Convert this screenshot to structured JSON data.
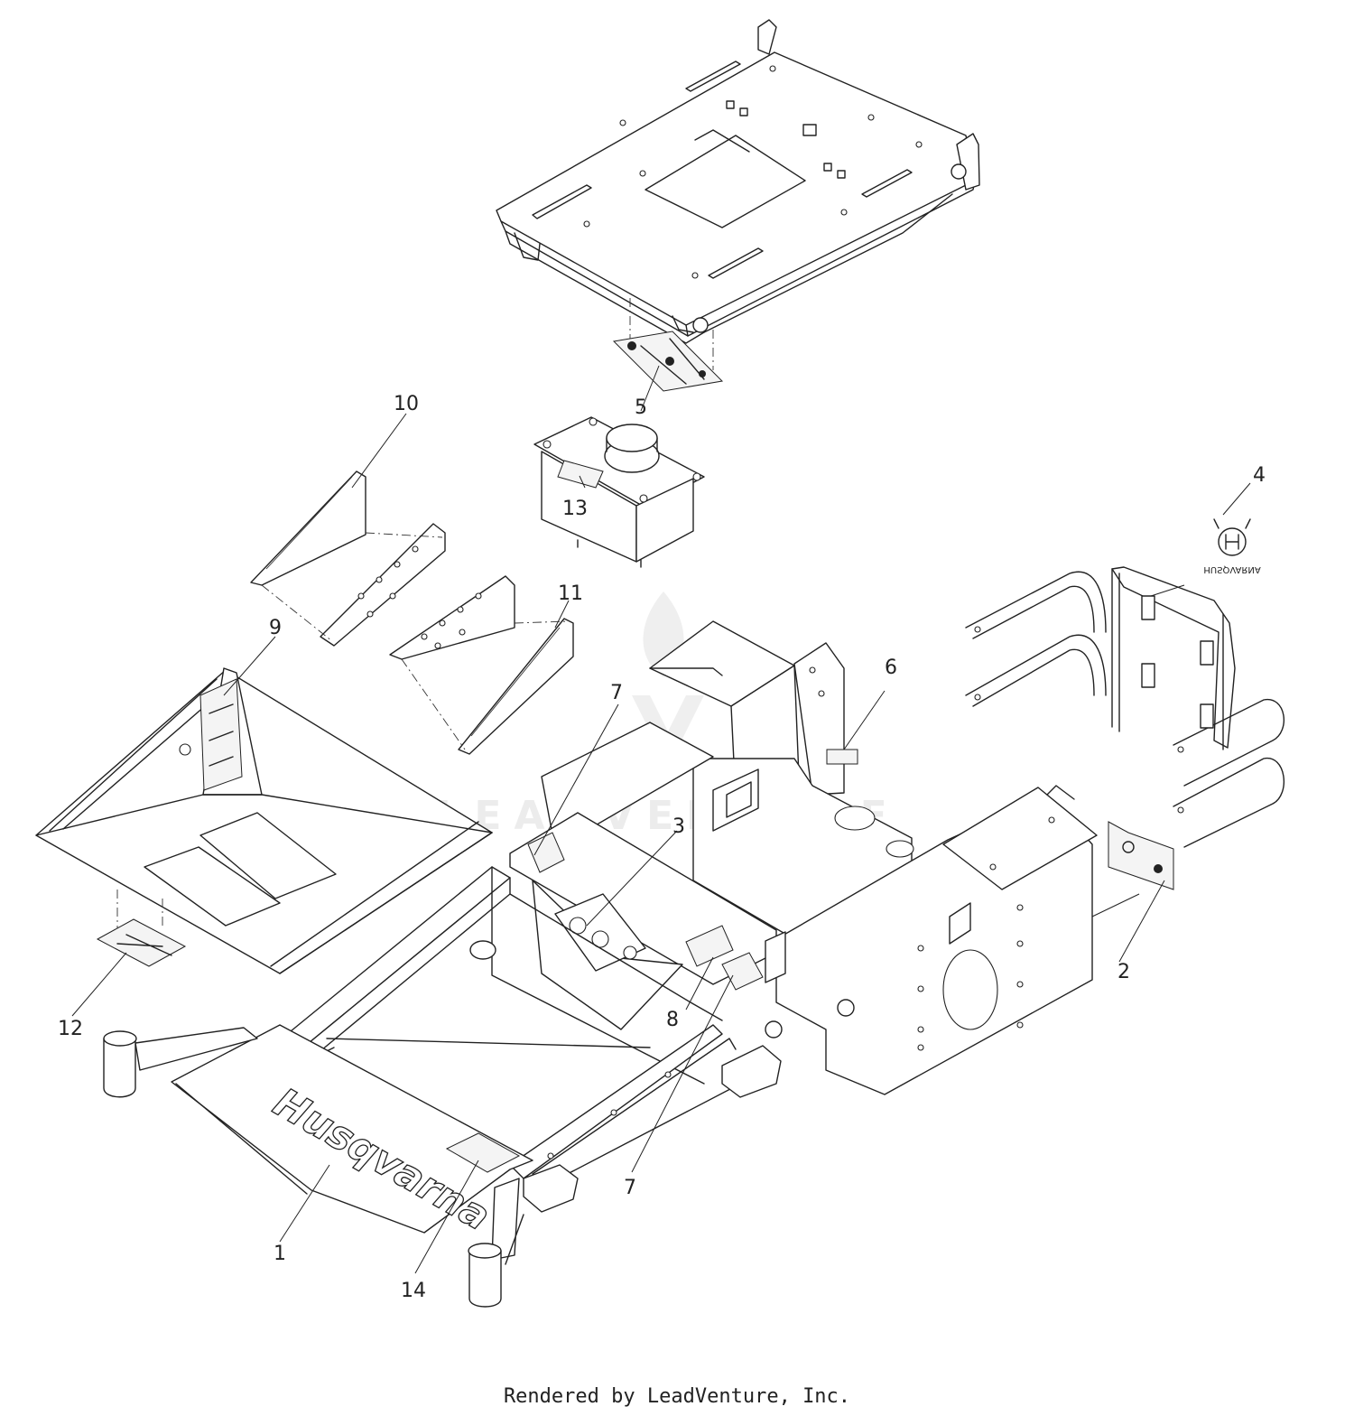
{
  "footer": {
    "text": "Rendered by LeadVenture, Inc."
  },
  "watermark": {
    "text": "LEADVENTURE"
  },
  "brand_text": "Husqvarna",
  "callouts": [
    {
      "id": "1",
      "label": "1"
    },
    {
      "id": "2",
      "label": "2"
    },
    {
      "id": "3",
      "label": "3"
    },
    {
      "id": "4",
      "label": "4"
    },
    {
      "id": "5",
      "label": "5"
    },
    {
      "id": "6",
      "label": "6"
    },
    {
      "id": "7a",
      "label": "7"
    },
    {
      "id": "7b",
      "label": "7"
    },
    {
      "id": "8",
      "label": "8"
    },
    {
      "id": "9",
      "label": "9"
    },
    {
      "id": "10",
      "label": "10"
    },
    {
      "id": "11",
      "label": "11"
    },
    {
      "id": "12",
      "label": "12"
    },
    {
      "id": "13",
      "label": "13"
    },
    {
      "id": "14",
      "label": "14"
    }
  ]
}
